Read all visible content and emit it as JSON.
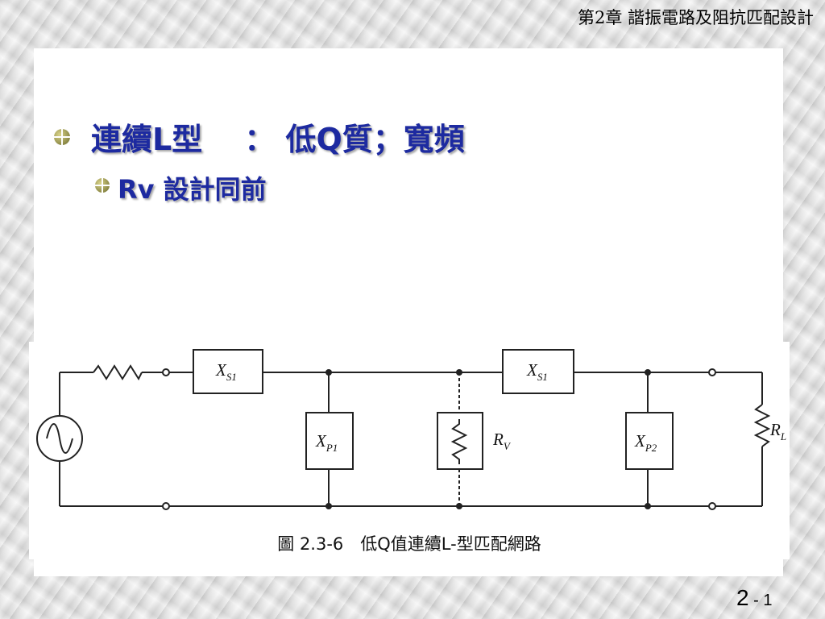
{
  "header": {
    "chapter_title": "第2章 諧振電路及阻抗匹配設計"
  },
  "content": {
    "line1_label": "連續L型",
    "line1_colon": "：",
    "line1_rest": "低Q質；寬頻",
    "line2": "Rv 設計同前"
  },
  "diagram": {
    "labels": {
      "xs1_left": "X",
      "xs1_left_sub": "S1",
      "xs1_right": "X",
      "xs1_right_sub": "S1",
      "xp1": "X",
      "xp1_sub": "P1",
      "rv": "R",
      "rv_sub": "V",
      "xp2": "X",
      "xp2_sub": "P2",
      "rl": "R",
      "rl_sub": "L"
    },
    "caption": "圖 2.3-6　低Q值連續L-型匹配網路"
  },
  "footer": {
    "page_major": "2",
    "page_sep": " - ",
    "page_minor": "1"
  }
}
